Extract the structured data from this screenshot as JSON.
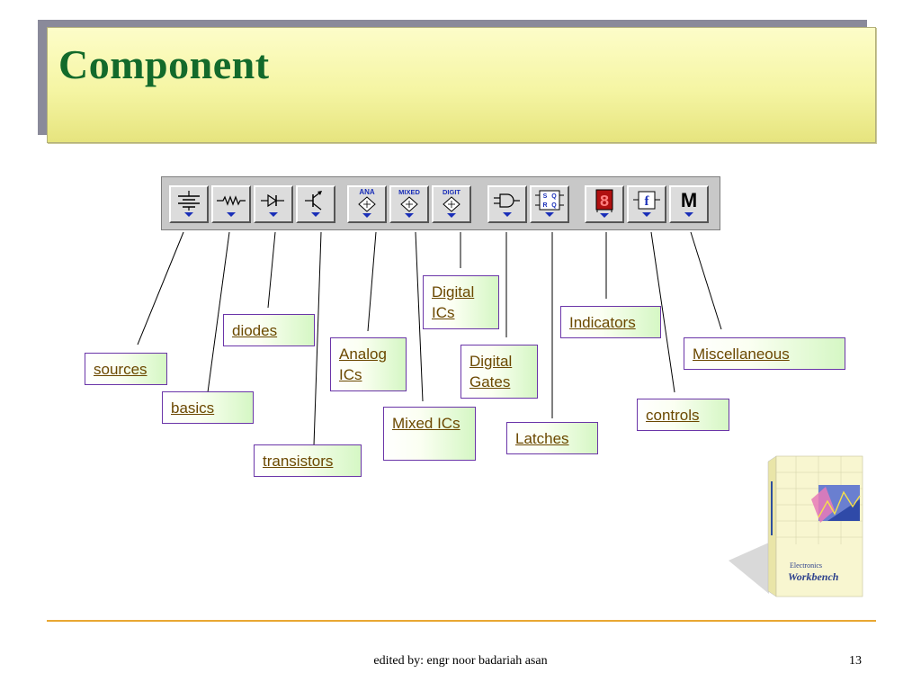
{
  "slide": {
    "title": "Component",
    "footer": "edited by: engr noor badariah asan",
    "page_number": "13"
  },
  "toolbar": {
    "buttons": [
      {
        "icon": "sources-icon",
        "text": ""
      },
      {
        "icon": "basics-icon",
        "text": ""
      },
      {
        "icon": "diodes-icon",
        "text": ""
      },
      {
        "icon": "transistors-icon",
        "text": ""
      },
      {
        "icon": "analog-ics-icon",
        "text": "ANA"
      },
      {
        "icon": "mixed-ics-icon",
        "text": "MIXED"
      },
      {
        "icon": "digital-ics-icon",
        "text": "DIGIT"
      },
      {
        "icon": "digital-gates-icon",
        "text": ""
      },
      {
        "icon": "latches-icon",
        "text": "S Q R Q"
      },
      {
        "icon": "indicators-icon",
        "text": "8"
      },
      {
        "icon": "controls-icon",
        "text": "f"
      },
      {
        "icon": "miscellaneous-icon",
        "text": "M"
      }
    ]
  },
  "labels": {
    "sources": "sources",
    "basics": "basics",
    "diodes": "diodes",
    "transistors": "transistors",
    "analog_ics": "Analog ICs",
    "mixed_ics": "Mixed ICs",
    "digital_ics": "Digital ICs",
    "digital_gates": "Digital Gates",
    "latches": "Latches",
    "indicators": "Indicators",
    "controls": "controls",
    "miscellaneous": "Miscellaneous"
  },
  "product_box": {
    "brand_line1": "Electronics",
    "brand_line2": "Workbench"
  },
  "colors": {
    "title_text": "#136a2b",
    "label_link": "#6b4800",
    "label_border": "#6a35a8",
    "footer_line": "#e8a732",
    "arrow_blue": "#1a2fb8"
  }
}
